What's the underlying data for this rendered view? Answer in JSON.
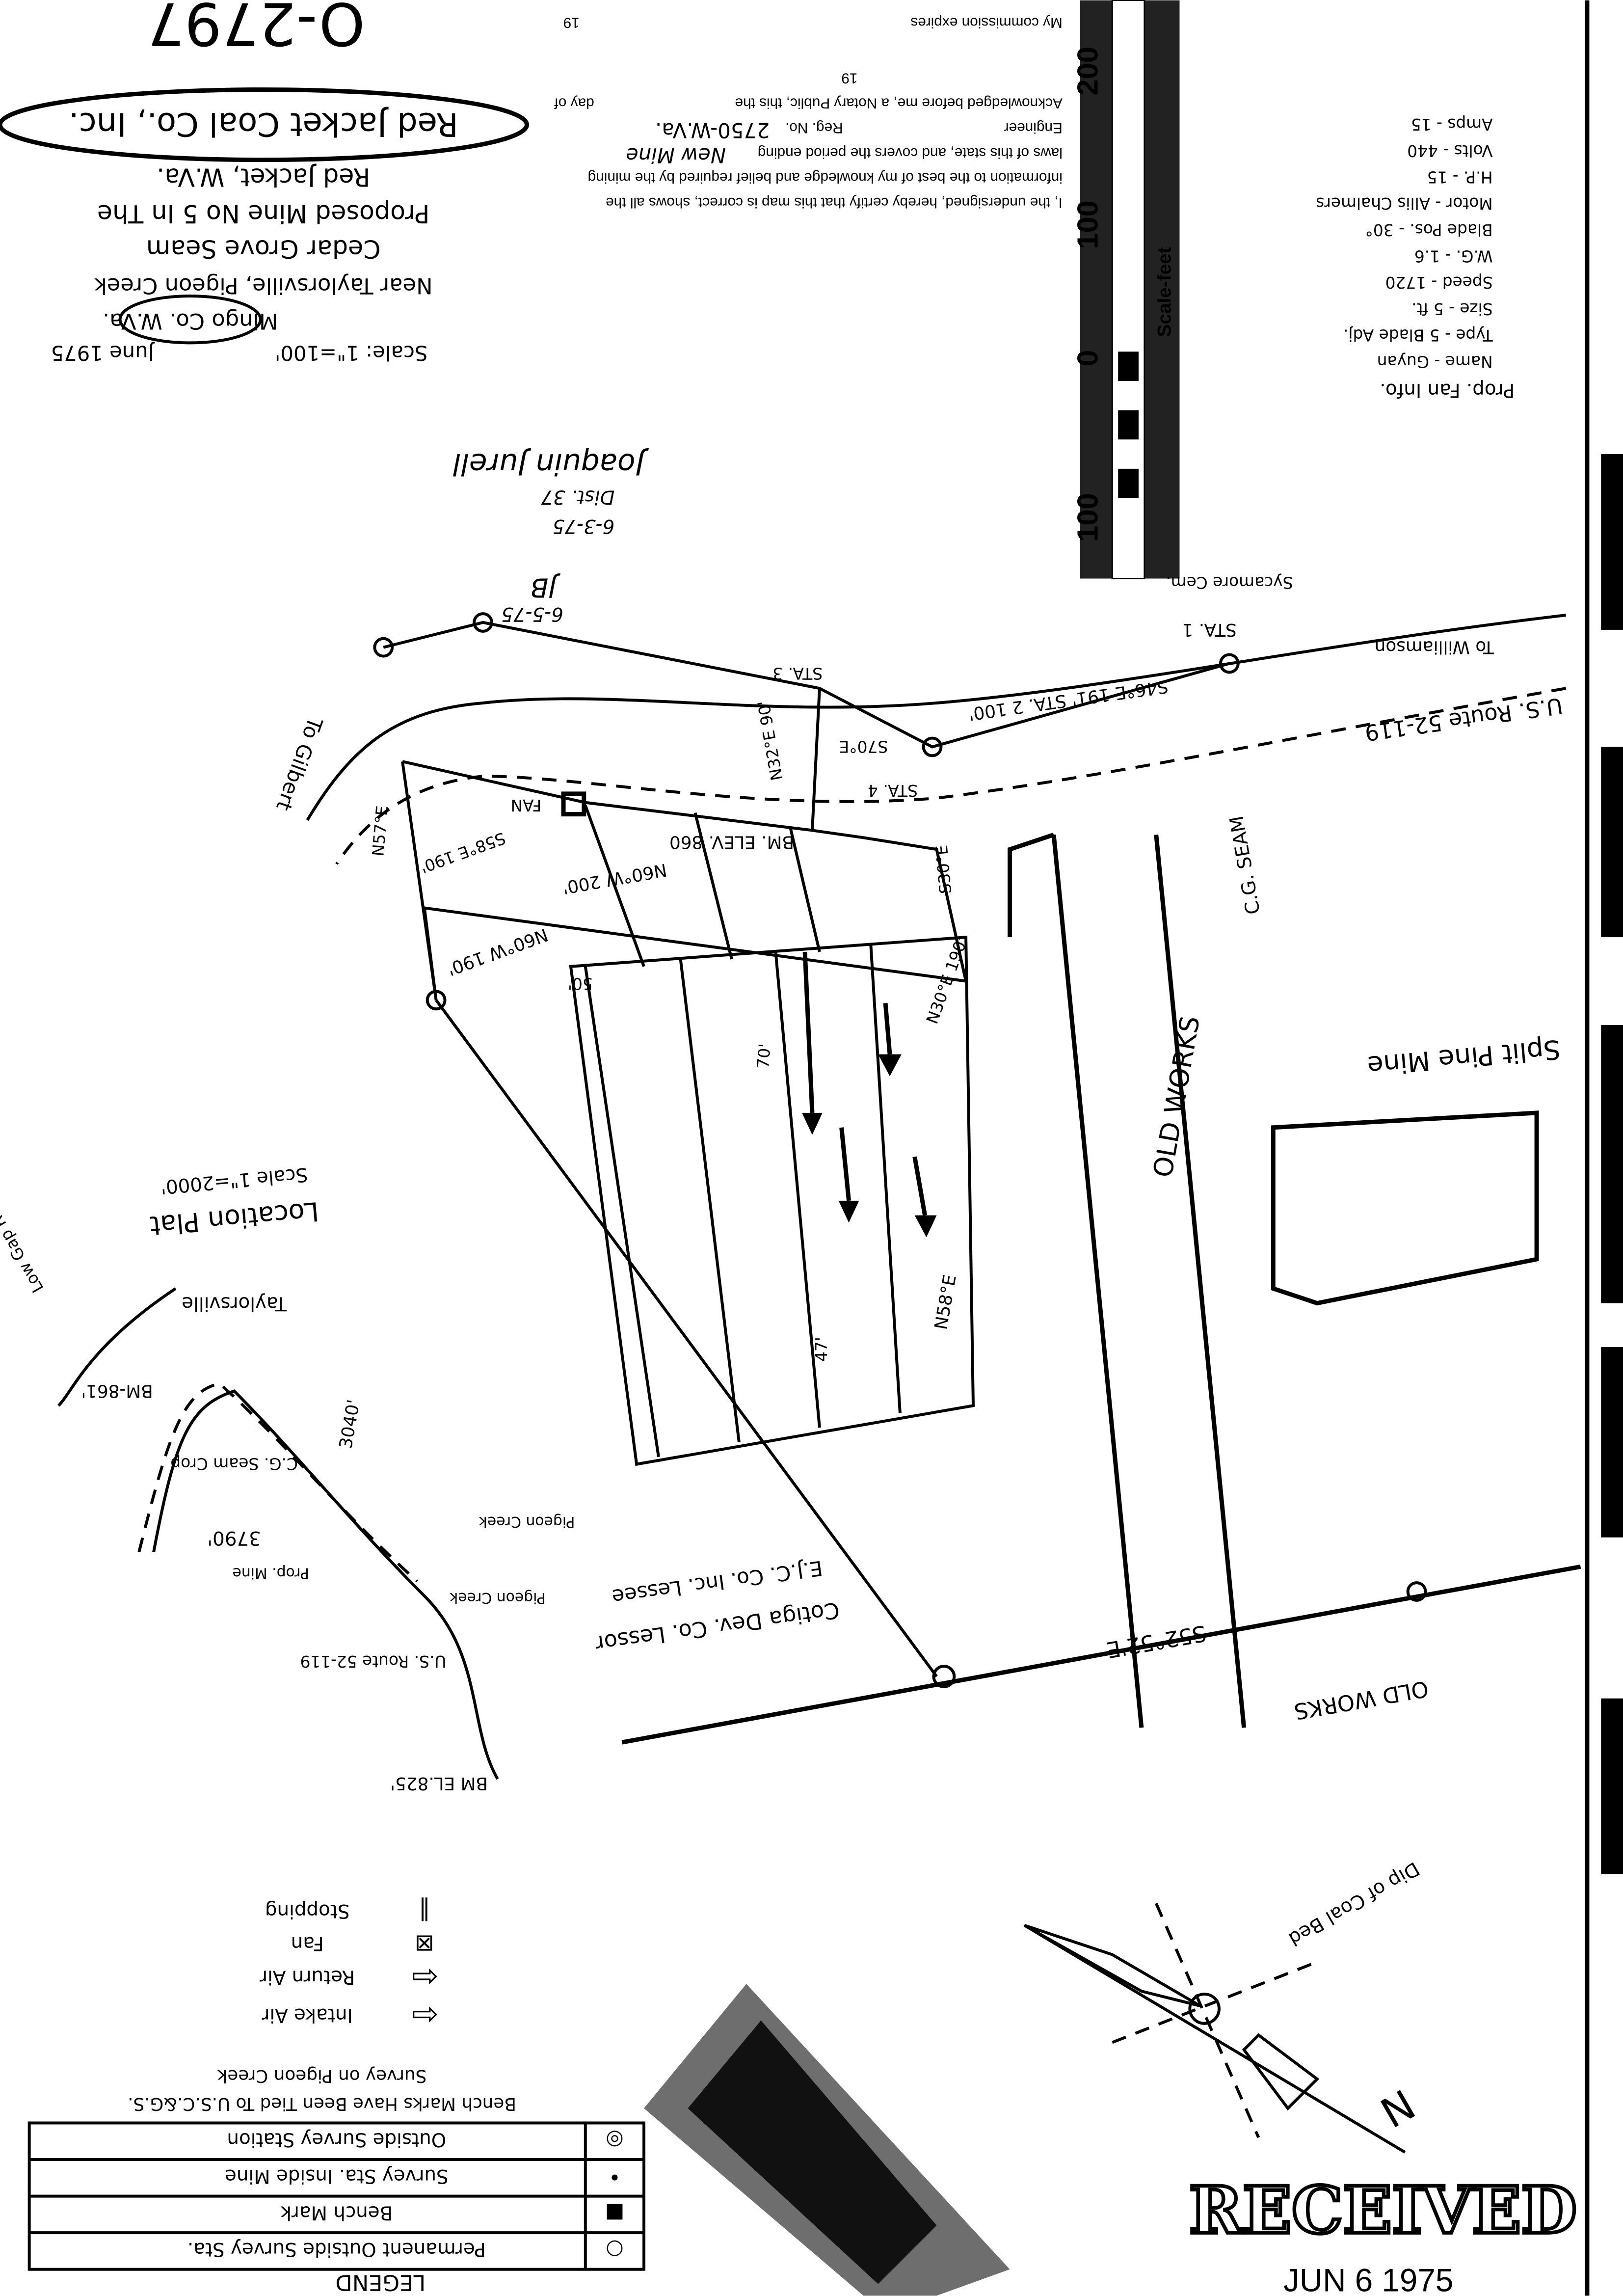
{
  "doc_number": "O-2797",
  "certification": {
    "line1": "I, the undersigned, hereby certify that this map is correct, shows all the",
    "line2": "information to the best of my knowledge and belief required by the mining",
    "line3": "laws of this state, and covers the period ending",
    "period": "New Mine",
    "engineer_label": "Engineer",
    "reg_label": "Reg. No.",
    "reg_no": "2750-W.Va.",
    "ack": "Acknowledged before me, a Notary Public, this the",
    "day_of": "day of",
    "year1": "19",
    "commission": "My commission expires",
    "year2": "19"
  },
  "scale_bar": {
    "labels": [
      "100",
      "0",
      "100",
      "200"
    ],
    "caption": "Scale-feet"
  },
  "title_block": {
    "company": "Red Jacket Coal Co., Inc.",
    "location": "Red Jacket, W.Va.",
    "line1": "Proposed Mine No 5 In The",
    "line2": "Cedar Grove Seam",
    "line3": "Near Taylorsville, Pigeon Creek",
    "line4": "Mingo Co. W.Va.",
    "line5": "Scale: 1\"=100'",
    "date": "June 1975"
  },
  "fan_info": {
    "title": "Prop. Fan Info.",
    "lines": [
      "Name - Guyan",
      "Type - 5 Blade Adj.",
      "Size - 5 ft.",
      "Speed - 1720",
      "W.G. - 1.6",
      "Blade Pos. - 30°",
      "Motor - Allis Chalmers",
      "H.P. - 15",
      "Volts - 440",
      "Amps - 15"
    ]
  },
  "signature": {
    "name": "Joaquin Jurell",
    "lines": [
      "Dist. 37",
      "6-3-75"
    ],
    "initials": "JB",
    "date2": "6-5-75"
  },
  "map_labels": {
    "sta1": "STA. 1",
    "sycamore": "Sycamore Cem.",
    "williamson": "To Williamson",
    "route": "U.S. Route 52-119",
    "sta2": "S46°E 191' STA. 2 100'",
    "s70e": "S70°E",
    "n32e": "N32°E 90'",
    "sta3": "STA. 3",
    "gilbert": "To Gilbert",
    "bm_elev": "BM. ELEV. 860",
    "sta4": "STA. 4",
    "fan": "FAN",
    "n57e": "N57°E",
    "s58e": "S58°E 190'",
    "n60w": "N60°W 200'",
    "n60w2": "N60°W 190'",
    "s30e": "S30°E",
    "cg_seam": "C.G. SEAM",
    "old_works": "OLD WORKS",
    "split_pine": "Split Pine Mine",
    "n58e": "N58°E",
    "d50": "50'",
    "d70": "70'",
    "d190": "N30°E 190'",
    "d47": "47'",
    "s52e": "S52°52'E",
    "old_works2": "OLD WORKS",
    "cotiga": "Cotiga Dev. Co. Lessor",
    "ejc": "E.J.C. Co. Inc. Lessee",
    "pigeon": "Pigeon Creek"
  },
  "location_plat": {
    "title": "Location Plat",
    "scale": "Scale 1\"=2000'",
    "taylorsville": "Taylorsville",
    "lowgap": "Low Gap Rd.",
    "bm861": "BM-861'",
    "crop": "C.G. Seam Crop",
    "d3040": "3040'",
    "d3790": "3790'",
    "prop_mine": "Prop. Mine",
    "route": "U.S. Route 52-119",
    "pigeon": "Pigeon Creek",
    "bm825": "BM EL.825'"
  },
  "notes": {
    "line1": "Bench Marks Have Been Tied To U.S.C.&G.S.",
    "line2": "Survey on Pigeon Creek"
  },
  "legend": {
    "title": "LEGEND",
    "rows": [
      {
        "symbol": "○",
        "label": "Permanent Outside Survey Sta."
      },
      {
        "symbol": "■",
        "label": "Bench Mark"
      },
      {
        "symbol": "•",
        "label": "Survey Sta. Inside Mine"
      },
      {
        "symbol": "◎",
        "label": "Outside Survey Station"
      }
    ],
    "items": [
      {
        "symbol": "⇦",
        "label": "Intake Air"
      },
      {
        "symbol": "⇦",
        "label": "Return Air"
      },
      {
        "symbol": "⊠",
        "label": "Fan"
      },
      {
        "symbol": "‖",
        "label": "Stopping"
      }
    ]
  },
  "compass": {
    "dip": "Dip of Coal Bed",
    "north": "N"
  },
  "stamp": {
    "text": "RECEIVED",
    "date": "JUN 6 1975"
  }
}
